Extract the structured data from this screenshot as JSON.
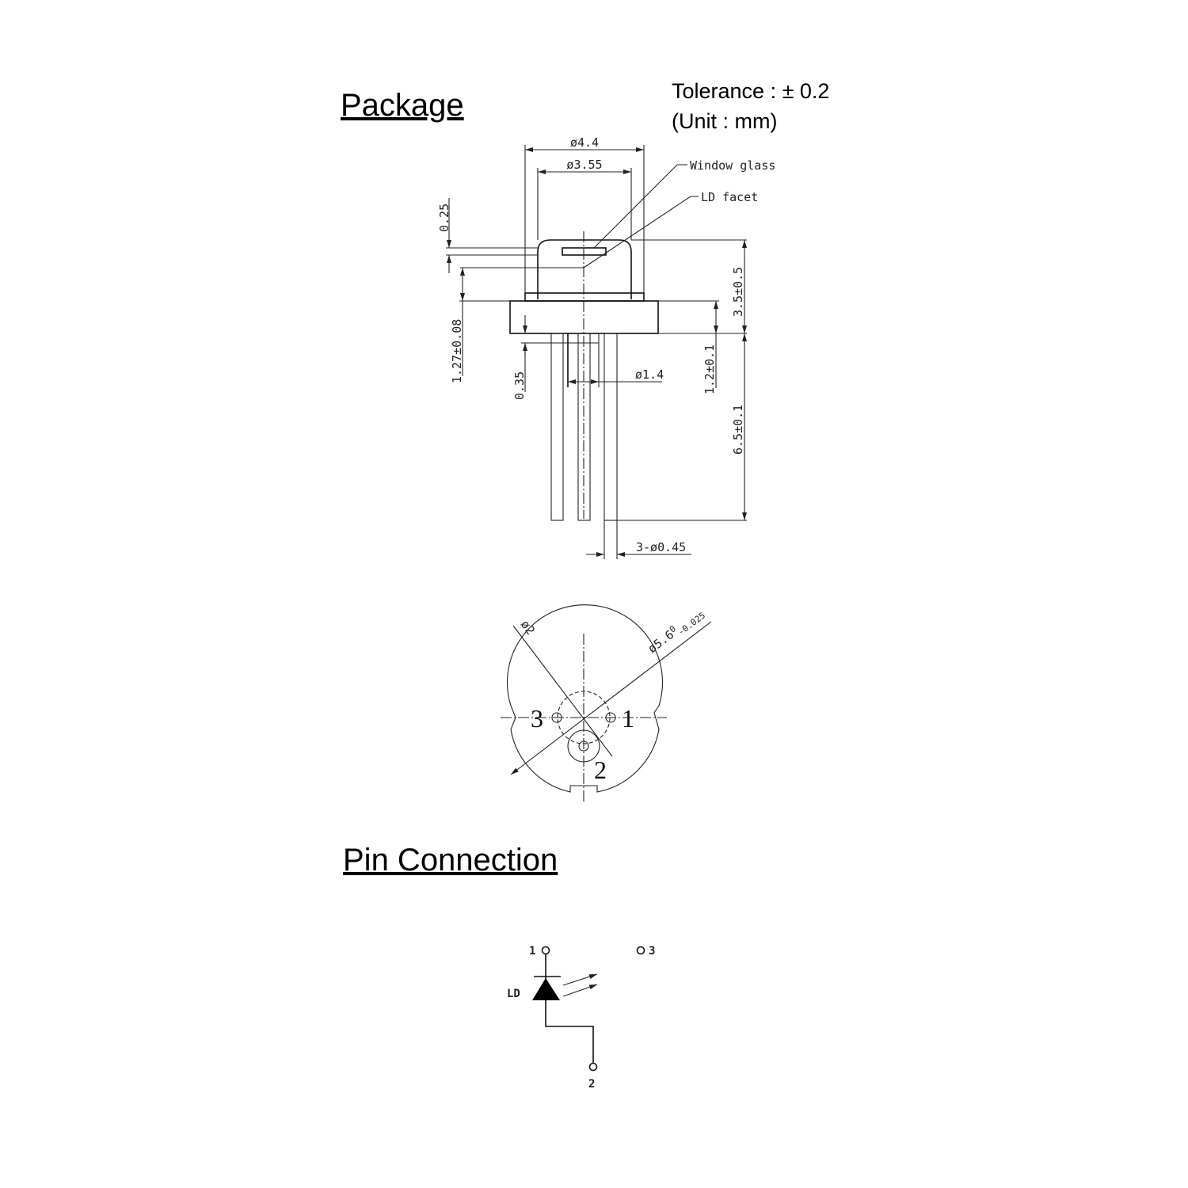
{
  "headings": {
    "package": "Package",
    "pin_connection": "Pin Connection"
  },
  "notes": {
    "tolerance": "Tolerance : ± 0.2",
    "unit": "(Unit : mm)"
  },
  "side_view": {
    "dia_outer": "ø4.4",
    "dia_cap": "ø3.55",
    "window_glass": "Window glass",
    "ld_facet": "LD facet",
    "glass_thickness": "0.25",
    "facet_height": "1.27±0.08",
    "cap_height": "3.5±0.5",
    "flange_height": "1.2±0.1",
    "lead_length": "6.5±0.1",
    "step": "0.35",
    "pin_circle": "ø1.4",
    "pin_dia": "3-ø0.45"
  },
  "bottom_view": {
    "dia_body": "ø5.6",
    "dia_body_tol_upper": "0",
    "dia_body_tol_lower": "-0.025",
    "dia_pcd": "ø2",
    "pins": [
      "1",
      "2",
      "3"
    ]
  },
  "schematic": {
    "pin1": "1",
    "pin2": "2",
    "pin3": "3",
    "device": "LD"
  }
}
